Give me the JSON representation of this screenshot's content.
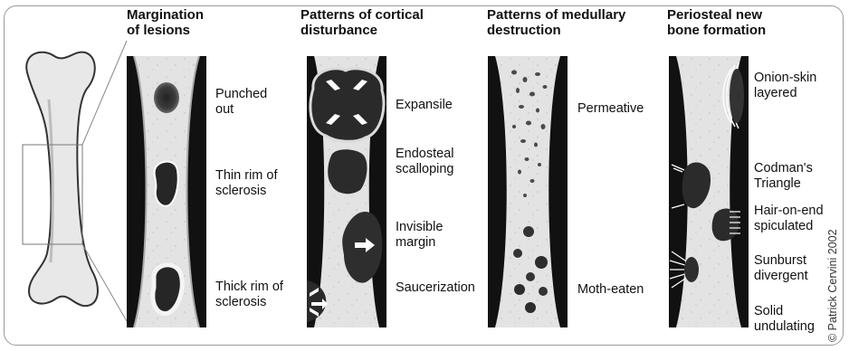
{
  "headings": {
    "margination": "Margination\nof lesions",
    "cortical": "Patterns of cortical\ndisturbance",
    "medullary": "Patterns of medullary\ndestruction",
    "periosteal": "Periosteal new\nbone formation"
  },
  "labels": {
    "punched_out": "Punched\nout",
    "thin_rim": "Thin rim of\nsclerosis",
    "thick_rim": "Thick rim of\nsclerosis",
    "expansile": "Expansile",
    "endosteal": "Endosteal\nscalloping",
    "invisible_margin": "Invisible\nmargin",
    "saucerization": "Saucerization",
    "permeative": "Permeative",
    "moth_eaten": "Moth-eaten",
    "onion_skin": "Onion-skin\nlayered",
    "codman": "Codman's\nTriangle",
    "hair_on_end": "Hair-on-end\nspiculated",
    "sunburst": "Sunburst\ndivergent",
    "solid": "Solid\nundulating"
  },
  "copyright": "© Patrick Cervini 2002"
}
